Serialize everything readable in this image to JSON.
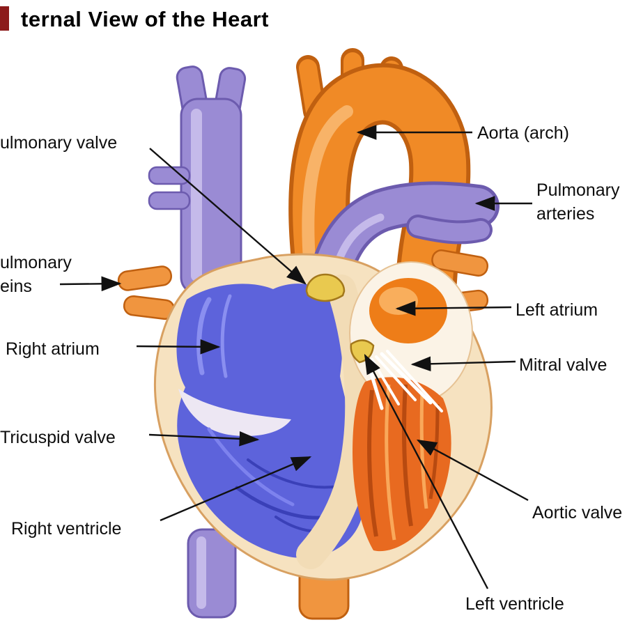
{
  "title": "ternal View of the Heart",
  "labels": {
    "pulmonary_valve": "ulmonary valve",
    "aorta_arch": "Aorta (arch)",
    "pulmonary_arteries": [
      "Pulmonary",
      "arteries"
    ],
    "pulmonary_veins": [
      "ulmonary",
      "eins"
    ],
    "left_atrium": "Left atrium",
    "right_atrium": "Right atrium",
    "mitral_valve": "Mitral valve",
    "tricuspid_valve": "Tricuspid valve",
    "aortic_valve": "Aortic valve",
    "right_ventricle": "Right ventricle",
    "left_ventricle": "Left ventricle"
  },
  "colors": {
    "aorta_orange": "#F08A26",
    "vessel_purple": "#9A8BD4",
    "chamber_blue": "#5D63DB",
    "heart_wall_cream": "#F6E2C0",
    "muscle_red": "#E86A20",
    "valve_yellow": "#E9C94F",
    "label_text": "#0D0D0D",
    "background": "#FFFFFF",
    "artifact_maroon": "#8C1A1A"
  }
}
